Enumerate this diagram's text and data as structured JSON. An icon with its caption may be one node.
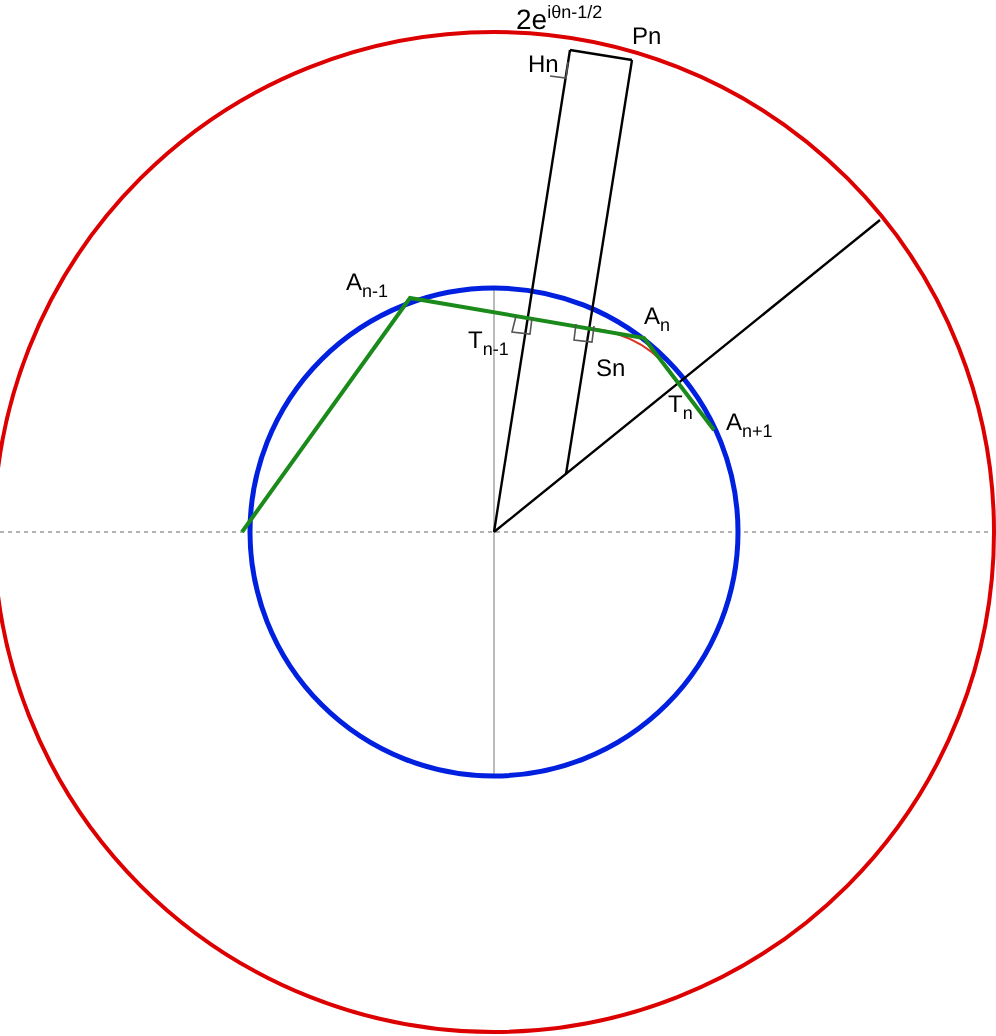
{
  "diagram": {
    "labels": [
      "2e$^{iθn-1/2}$",
      "Hn",
      "Pn",
      "A$_{n-1}$",
      "T$_{n-1}$",
      "Sn",
      "A$_{n}$",
      "T$_{n}$",
      "A$_{n+1}$"
    ]
  }
}
